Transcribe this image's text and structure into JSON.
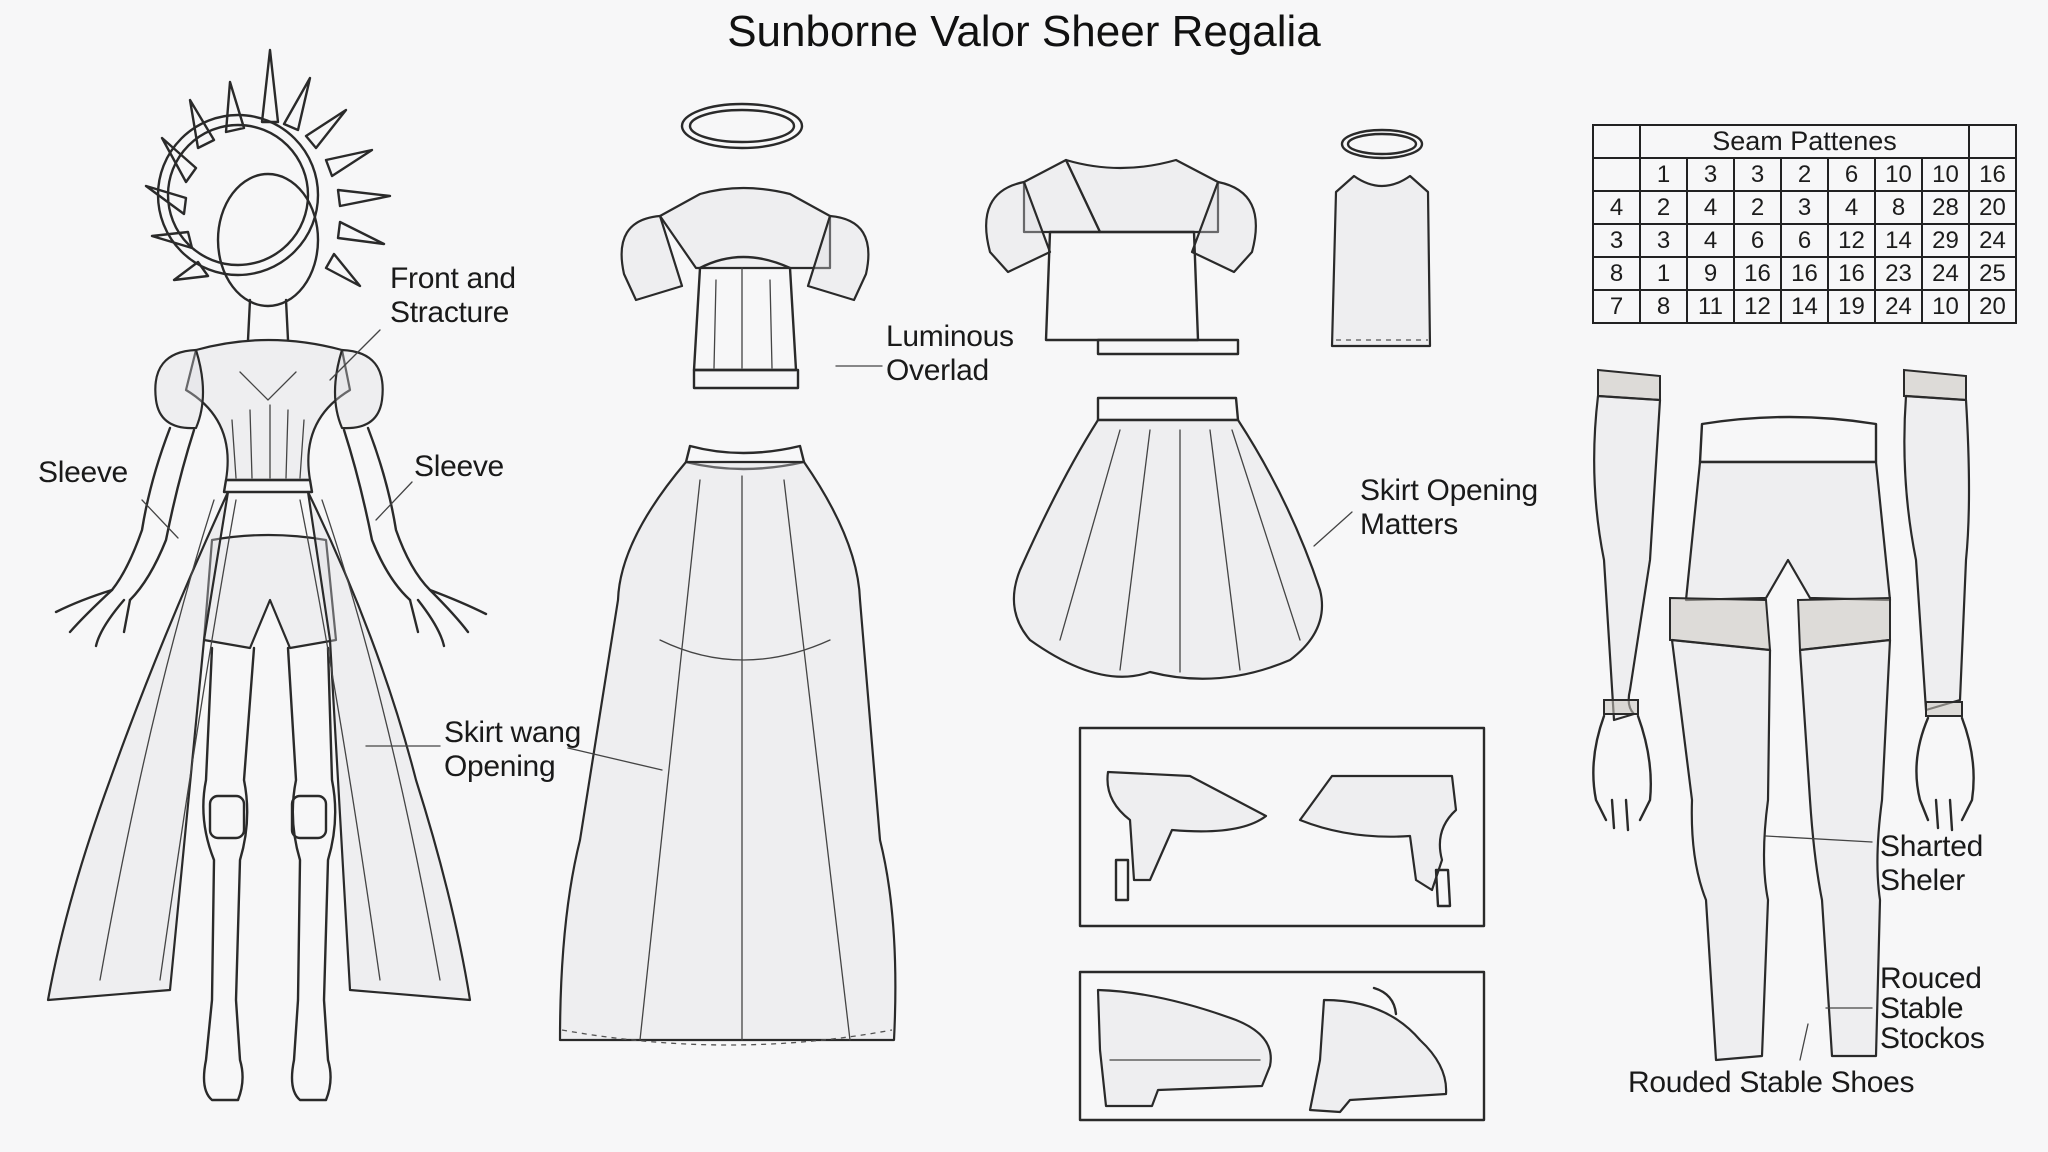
{
  "title": "Sunborne Valor Sheer Regalia",
  "labels": {
    "front_structure": "Front and\nStracture",
    "sleeve_left": "Sleeve",
    "sleeve_right": "Sleeve",
    "skirt_wang": "Skirt wang\nOpening",
    "luminous_overlad": "Luminous\nOverlad",
    "skirt_opening_matters": "Skirt Opening\nMatters",
    "sharted_sheler": "Sharted\nSheler",
    "rouced_stable_stockos": "Rouced\nStable\nStockos",
    "rouded_stable_shoes": "Rouded Stable Shoes"
  },
  "seam_table": {
    "title": "Seam Pattenes",
    "rows": [
      [
        "",
        "1",
        "3",
        "3",
        "2",
        "6",
        "10",
        "10",
        "16"
      ],
      [
        "4",
        "2",
        "4",
        "2",
        "3",
        "4",
        "8",
        "28",
        "20"
      ],
      [
        "3",
        "3",
        "4",
        "6",
        "6",
        "12",
        "14",
        "29",
        "24"
      ],
      [
        "8",
        "1",
        "9",
        "16",
        "16",
        "16",
        "23",
        "24",
        "25"
      ],
      [
        "7",
        "8",
        "11",
        "12",
        "14",
        "19",
        "24",
        "10",
        "20"
      ]
    ]
  }
}
